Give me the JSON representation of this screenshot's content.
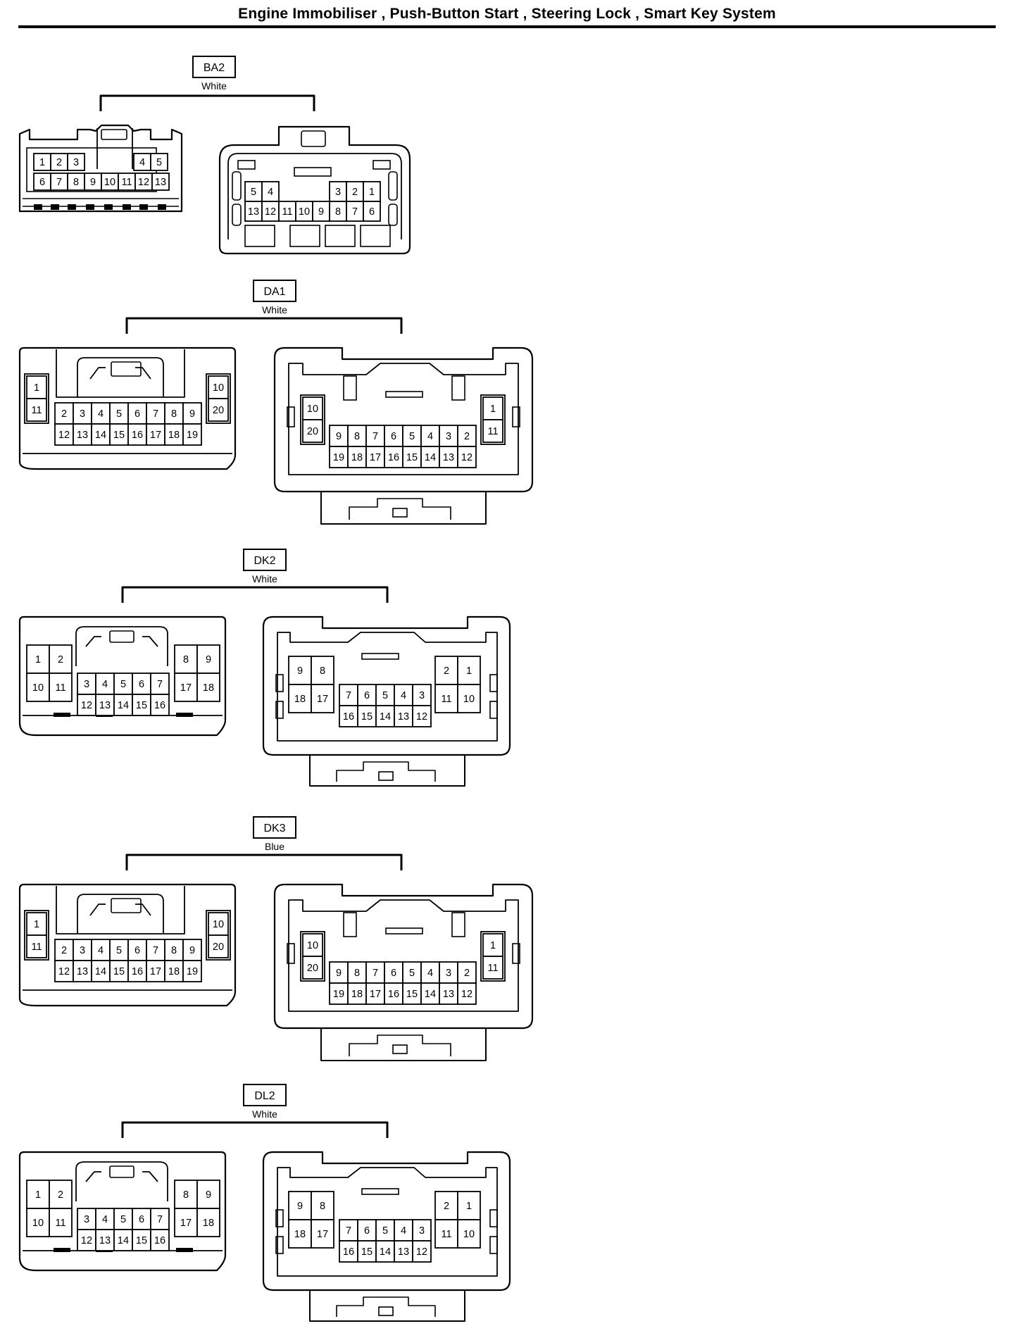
{
  "title": "Engine Immobiliser , Push-Button Start , Steering Lock , Smart Key System",
  "connectors": [
    {
      "id": "BA2",
      "color": "White",
      "left_rows": [
        [
          "1",
          "2",
          "3",
          "",
          "",
          "",
          "4",
          "5"
        ],
        [
          "6",
          "7",
          "8",
          "9",
          "10",
          "11",
          "12",
          "13"
        ]
      ],
      "right_rows": [
        [
          "5",
          "4",
          "",
          "",
          "",
          "3",
          "2",
          "1"
        ],
        [
          "13",
          "12",
          "11",
          "10",
          "9",
          "8",
          "7",
          "6"
        ]
      ]
    },
    {
      "id": "DA1",
      "color": "White",
      "left_side_a": [
        "1",
        "11"
      ],
      "left_grid": [
        [
          "2",
          "3",
          "4",
          "5",
          "6",
          "7",
          "8",
          "9"
        ],
        [
          "12",
          "13",
          "14",
          "15",
          "16",
          "17",
          "18",
          "19"
        ]
      ],
      "left_side_b": [
        "10",
        "20"
      ],
      "right_side_a": [
        "10",
        "20"
      ],
      "right_grid": [
        [
          "9",
          "8",
          "7",
          "6",
          "5",
          "4",
          "3",
          "2"
        ],
        [
          "19",
          "18",
          "17",
          "16",
          "15",
          "14",
          "13",
          "12"
        ]
      ],
      "right_side_b": [
        "1",
        "11"
      ]
    },
    {
      "id": "DK2",
      "color": "White",
      "left_block_a": [
        [
          "1",
          "2"
        ],
        [
          "10",
          "11"
        ]
      ],
      "left_grid": [
        [
          "3",
          "4",
          "5",
          "6",
          "7"
        ],
        [
          "12",
          "13",
          "14",
          "15",
          "16"
        ]
      ],
      "left_block_b": [
        [
          "8",
          "9"
        ],
        [
          "17",
          "18"
        ]
      ],
      "right_block_a": [
        [
          "9",
          "8"
        ],
        [
          "18",
          "17"
        ]
      ],
      "right_grid": [
        [
          "7",
          "6",
          "5",
          "4",
          "3"
        ],
        [
          "16",
          "15",
          "14",
          "13",
          "12"
        ]
      ],
      "right_block_b": [
        [
          "2",
          "1"
        ],
        [
          "11",
          "10"
        ]
      ]
    },
    {
      "id": "DK3",
      "color": "Blue",
      "left_side_a": [
        "1",
        "11"
      ],
      "left_grid": [
        [
          "2",
          "3",
          "4",
          "5",
          "6",
          "7",
          "8",
          "9"
        ],
        [
          "12",
          "13",
          "14",
          "15",
          "16",
          "17",
          "18",
          "19"
        ]
      ],
      "left_side_b": [
        "10",
        "20"
      ],
      "right_side_a": [
        "10",
        "20"
      ],
      "right_grid": [
        [
          "9",
          "8",
          "7",
          "6",
          "5",
          "4",
          "3",
          "2"
        ],
        [
          "19",
          "18",
          "17",
          "16",
          "15",
          "14",
          "13",
          "12"
        ]
      ],
      "right_side_b": [
        "1",
        "11"
      ]
    },
    {
      "id": "DL2",
      "color": "White",
      "left_block_a": [
        [
          "1",
          "2"
        ],
        [
          "10",
          "11"
        ]
      ],
      "left_grid": [
        [
          "3",
          "4",
          "5",
          "6",
          "7"
        ],
        [
          "12",
          "13",
          "14",
          "15",
          "16"
        ]
      ],
      "left_block_b": [
        [
          "8",
          "9"
        ],
        [
          "17",
          "18"
        ]
      ],
      "right_block_a": [
        [
          "9",
          "8"
        ],
        [
          "18",
          "17"
        ]
      ],
      "right_grid": [
        [
          "7",
          "6",
          "5",
          "4",
          "3"
        ],
        [
          "16",
          "15",
          "14",
          "13",
          "12"
        ]
      ],
      "right_block_b": [
        [
          "2",
          "1"
        ],
        [
          "11",
          "10"
        ]
      ]
    }
  ]
}
